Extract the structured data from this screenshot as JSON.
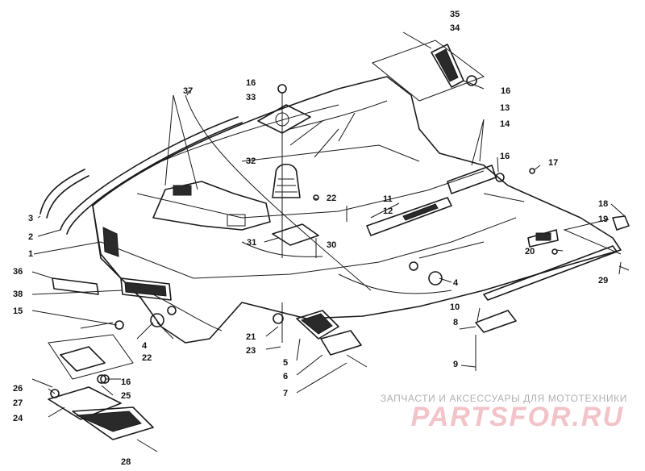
{
  "diagram": {
    "callouts": [
      {
        "id": "c35",
        "label": "35"
      },
      {
        "id": "c34",
        "label": "34"
      },
      {
        "id": "c16a",
        "label": "16"
      },
      {
        "id": "c33",
        "label": "33"
      },
      {
        "id": "c37",
        "label": "37"
      },
      {
        "id": "c16b",
        "label": "16"
      },
      {
        "id": "c13",
        "label": "13"
      },
      {
        "id": "c14",
        "label": "14"
      },
      {
        "id": "c16c",
        "label": "16"
      },
      {
        "id": "c17",
        "label": "17"
      },
      {
        "id": "c32",
        "label": "32"
      },
      {
        "id": "c22a",
        "label": "22"
      },
      {
        "id": "c11",
        "label": "11"
      },
      {
        "id": "c12",
        "label": "12"
      },
      {
        "id": "c18",
        "label": "18"
      },
      {
        "id": "c19",
        "label": "19"
      },
      {
        "id": "c3",
        "label": "3"
      },
      {
        "id": "c2",
        "label": "2"
      },
      {
        "id": "c31",
        "label": "31"
      },
      {
        "id": "c30",
        "label": "30"
      },
      {
        "id": "c1",
        "label": "1"
      },
      {
        "id": "c20",
        "label": "20"
      },
      {
        "id": "c36",
        "label": "36"
      },
      {
        "id": "c29",
        "label": "29"
      },
      {
        "id": "c4a",
        "label": "4"
      },
      {
        "id": "c38",
        "label": "38"
      },
      {
        "id": "c10",
        "label": "10"
      },
      {
        "id": "c15",
        "label": "15"
      },
      {
        "id": "c8",
        "label": "8"
      },
      {
        "id": "c21",
        "label": "21"
      },
      {
        "id": "c4b",
        "label": "4"
      },
      {
        "id": "c22b",
        "label": "22"
      },
      {
        "id": "c23",
        "label": "23"
      },
      {
        "id": "c5",
        "label": "5"
      },
      {
        "id": "c9",
        "label": "9"
      },
      {
        "id": "c16d",
        "label": "16"
      },
      {
        "id": "c6",
        "label": "6"
      },
      {
        "id": "c26",
        "label": "26"
      },
      {
        "id": "c25",
        "label": "25"
      },
      {
        "id": "c7",
        "label": "7"
      },
      {
        "id": "c27",
        "label": "27"
      },
      {
        "id": "c24",
        "label": "24"
      },
      {
        "id": "c28",
        "label": "28"
      }
    ]
  },
  "watermark": {
    "caption": "ЗАПЧАСТИ И АКСЕССУАРЫ ДЛЯ МОТОТЕХНИКИ",
    "logo": "PARTSFOR.RU"
  }
}
